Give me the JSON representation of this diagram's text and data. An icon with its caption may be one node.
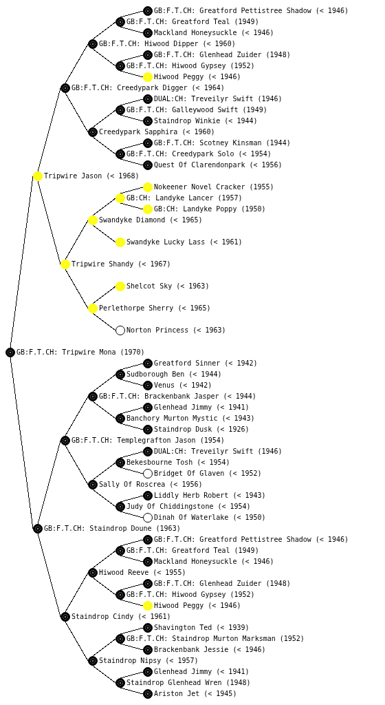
{
  "diagram": {
    "nodes": [
      {
        "text": [],
        "shape": "circle",
        "beside": [
          "GB:F.T.CH: Greatford Pettistree Shadow (< 1946)"
        ]
      },
      {
        "text": [],
        "shape": "circle",
        "beside": [
          "GB:F.T.CH: Greatford Teal (1949)"
        ]
      },
      {
        "text": [],
        "shape": "circle",
        "beside": [
          "Mackland Honeysuckle (< 1946)"
        ]
      },
      {
        "text": [],
        "shape": "circle",
        "beside": [
          "GB:F.T.CH: Hiwood Dipper (< 1960)"
        ]
      },
      {
        "text": [],
        "shape": "circle",
        "beside": [
          "GB:F.T.CH: Glenhead Zuider (1948)"
        ]
      },
      {
        "text": [],
        "shape": "circle",
        "beside": [
          "GB:F.T.CH: Hiwood Gypsey (1952)"
        ]
      },
      {
        "text": [],
        "shape": "circle",
        "beside": [
          "Hiwood Peggy (< 1946)"
        ]
      },
      {
        "text": [],
        "shape": "circle",
        "beside": [
          "GB:F.T.CH: Creedypark Digger (< 1964)"
        ]
      },
      {
        "text": [],
        "shape": "circle",
        "beside": [
          "DUAL:CH: Treveilyr Swift (1946)"
        ]
      },
      {
        "text": [],
        "shape": "circle",
        "beside": [
          "GB:F.T.CH: Galleywood Swift (1949)"
        ]
      },
      {
        "text": [],
        "shape": "circle",
        "beside": [
          "Staindrop Winkie (< 1944)"
        ]
      },
      {
        "text": [],
        "shape": "circle",
        "beside": [
          "Creedypark Sapphira (< 1960)"
        ]
      },
      {
        "text": [],
        "shape": "circle",
        "beside": [
          "GB:F.T.CH: Scotney Kinsman (1944)"
        ]
      },
      {
        "text": [],
        "shape": "circle",
        "beside": [
          "GB:F.T.CH: Creedypark Solo (< 1954)"
        ]
      },
      {
        "text": [],
        "shape": "circle",
        "beside": [
          "Quest Of Clarendonpark (< 1956)"
        ]
      },
      {
        "text": [],
        "shape": "circle",
        "beside": [
          "Tripwire Jason (< 1968)"
        ]
      },
      {
        "text": [],
        "shape": "circle",
        "beside": [
          "Nokeener Novel Cracker (1955)"
        ]
      },
      {
        "text": [],
        "shape": "circle",
        "beside": [
          "GB:CH: Landyke Lancer (1957)"
        ]
      },
      {
        "text": [],
        "shape": "circle",
        "beside": [
          "GB:CH: Landyke Poppy (1950)"
        ]
      },
      {
        "text": [],
        "shape": "circle",
        "beside": [
          "Swandyke Diamond (< 1965)"
        ]
      },
      {
        "text": [],
        "shape": "circle",
        "beside": [
          "Swandyke Lucky Lass (< 1961)"
        ]
      },
      {
        "text": [],
        "shape": "circle",
        "beside": [
          "Tripwire Shandy (< 1967)"
        ]
      },
      {
        "text": [],
        "shape": "circle",
        "beside": [
          "Shelcot Sky (< 1963)"
        ]
      },
      {
        "text": [],
        "shape": "circle",
        "beside": [
          "Perlethorpe Sherry (< 1965)"
        ]
      },
      {
        "text": [],
        "shape": "circle",
        "beside": [
          "Norton Princess (< 1963)"
        ]
      },
      {
        "text": [],
        "shape": "circle",
        "beside": [
          "GB:F.T.CH: Tripwire Mona (1970)"
        ]
      },
      {
        "text": [],
        "shape": "circle",
        "beside": [
          "Greatford Sinner (< 1942)"
        ]
      },
      {
        "text": [],
        "shape": "circle",
        "beside": [
          "Sudborough Ben (< 1944)"
        ]
      },
      {
        "text": [],
        "shape": "circle",
        "beside": [
          "Venus (< 1942)"
        ]
      },
      {
        "text": [],
        "shape": "circle",
        "beside": [
          "GB:F.T.CH: Brackenbank Jasper (< 1944)"
        ]
      },
      {
        "text": [],
        "shape": "circle",
        "beside": [
          "Glenhead Jimmy (< 1941)"
        ]
      },
      {
        "text": [],
        "shape": "circle",
        "beside": [
          "Banchory Murton Mystic (< 1943)"
        ]
      },
      {
        "text": [],
        "shape": "circle",
        "beside": [
          "Staindrop Dusk (< 1926)"
        ]
      },
      {
        "text": [],
        "shape": "circle",
        "beside": [
          "GB:F.T.CH: Templegrafton Jason (1954)"
        ]
      },
      {
        "text": [],
        "shape": "circle",
        "beside": [
          "DUAL:CH: Treveilyr Swift (1946)"
        ]
      },
      {
        "text": [],
        "shape": "circle",
        "beside": [
          "Bekesbourne Tosh (< 1954)"
        ]
      },
      {
        "text": [],
        "shape": "circle",
        "beside": [
          "Bridget Of Glaven (< 1952)"
        ]
      },
      {
        "text": [],
        "shape": "circle",
        "beside": [
          "Sally Of Roscrea (< 1956)"
        ]
      },
      {
        "text": [],
        "shape": "circle",
        "beside": [
          "Liddly Herb Robert (< 1943)"
        ]
      },
      {
        "text": [],
        "shape": "circle",
        "beside": [
          "Judy Of Chiddingstone (< 1954)"
        ]
      },
      {
        "text": [],
        "shape": "circle",
        "beside": [
          "Dinah Of Waterlake (< 1950)"
        ]
      },
      {
        "text": [],
        "shape": "circle",
        "beside": [
          "GB:F.T.CH: Staindrop Doune (1963)"
        ]
      },
      {
        "text": [],
        "shape": "circle",
        "beside": [
          "GB:F.T.CH: Greatford Pettistree Shadow (< 1946)"
        ]
      },
      {
        "text": [],
        "shape": "circle",
        "beside": [
          "GB:F.T.CH: Greatford Teal (1949)"
        ]
      },
      {
        "text": [],
        "shape": "circle",
        "beside": [
          "Mackland Honeysuckle (< 1946)"
        ]
      },
      {
        "text": [],
        "shape": "circle",
        "beside": [
          "Hiwood Reeve (< 1955)"
        ]
      },
      {
        "text": [],
        "shape": "circle",
        "beside": [
          "GB:F.T.CH: Glenhead Zuider (1948)"
        ]
      },
      {
        "text": [],
        "shape": "circle",
        "beside": [
          "GB:F.T.CH: Hiwood Gypsey (1952)"
        ]
      },
      {
        "text": [],
        "shape": "circle",
        "beside": [
          "Hiwood Peggy (< 1946)"
        ]
      },
      {
        "text": [],
        "shape": "circle",
        "beside": [
          "Staindrop Cindy (< 1961)"
        ]
      },
      {
        "text": [],
        "shape": "circle",
        "beside": [
          "Shavington Ted (< 1939)"
        ]
      },
      {
        "text": [],
        "shape": "circle",
        "beside": [
          "GB:F.T.CH: Staindrop Murton Marksman (1952)"
        ]
      },
      {
        "text": [],
        "shape": "circle",
        "beside": [
          "Brackenbank Jessie (< 1946)"
        ]
      },
      {
        "text": [],
        "shape": "circle",
        "beside": [
          "Staindrop Nipsy (< 1957)"
        ]
      },
      {
        "text": [],
        "shape": "circle",
        "beside": [
          "Glenhead Jimmy (< 1941)"
        ]
      },
      {
        "text": [],
        "shape": "circle",
        "beside": [
          "Staindrop Glenhead Wren (1948)"
        ]
      },
      {
        "text": [],
        "shape": "circle",
        "beside": [
          "Ariston Jet (< 1945)"
        ]
      }
    ],
    "edges": [
      {
        "from": 1,
        "to": 0,
        "arrow": "none"
      },
      {
        "from": 1,
        "to": 2,
        "arrow": "none"
      },
      {
        "from": 3,
        "to": 1,
        "arrow": "none"
      },
      {
        "from": 5,
        "to": 4,
        "arrow": "none"
      },
      {
        "from": 5,
        "to": 6,
        "arrow": "none"
      },
      {
        "from": 3,
        "to": 5,
        "arrow": "none"
      },
      {
        "from": 7,
        "to": 3,
        "arrow": "none"
      },
      {
        "from": 9,
        "to": 8,
        "arrow": "none"
      },
      {
        "from": 9,
        "to": 10,
        "arrow": "none"
      },
      {
        "from": 11,
        "to": 9,
        "arrow": "none"
      },
      {
        "from": 13,
        "to": 12,
        "arrow": "none"
      },
      {
        "from": 13,
        "to": 14,
        "arrow": "none"
      },
      {
        "from": 11,
        "to": 13,
        "arrow": "none"
      },
      {
        "from": 7,
        "to": 11,
        "arrow": "none"
      },
      {
        "from": 15,
        "to": 7,
        "arrow": "none"
      },
      {
        "from": 17,
        "to": 16,
        "arrow": "none"
      },
      {
        "from": 17,
        "to": 18,
        "arrow": "none"
      },
      {
        "from": 19,
        "to": 17,
        "arrow": "none"
      },
      {
        "from": 19,
        "to": 20,
        "arrow": "none"
      },
      {
        "from": 21,
        "to": 19,
        "arrow": "none"
      },
      {
        "from": 23,
        "to": 22,
        "arrow": "none"
      },
      {
        "from": 23,
        "to": 24,
        "arrow": "none"
      },
      {
        "from": 21,
        "to": 23,
        "arrow": "none"
      },
      {
        "from": 15,
        "to": 21,
        "arrow": "none"
      },
      {
        "from": 25,
        "to": 15,
        "arrow": "none"
      },
      {
        "from": 25,
        "to": 41,
        "arrow": "none"
      },
      {
        "from": 27,
        "to": 26,
        "arrow": "none"
      },
      {
        "from": 27,
        "to": 28,
        "arrow": "none"
      },
      {
        "from": 29,
        "to": 27,
        "arrow": "none"
      },
      {
        "from": 31,
        "to": 30,
        "arrow": "none"
      },
      {
        "from": 31,
        "to": 32,
        "arrow": "none"
      },
      {
        "from": 29,
        "to": 31,
        "arrow": "none"
      },
      {
        "from": 33,
        "to": 29,
        "arrow": "none"
      },
      {
        "from": 35,
        "to": 34,
        "arrow": "none"
      },
      {
        "from": 35,
        "to": 36,
        "arrow": "none"
      },
      {
        "from": 37,
        "to": 35,
        "arrow": "none"
      },
      {
        "from": 39,
        "to": 38,
        "arrow": "none"
      },
      {
        "from": 39,
        "to": 40,
        "arrow": "none"
      },
      {
        "from": 37,
        "to": 39,
        "arrow": "none"
      },
      {
        "from": 33,
        "to": 37,
        "arrow": "none"
      },
      {
        "from": 41,
        "to": 33,
        "arrow": "none"
      },
      {
        "from": 43,
        "to": 42,
        "arrow": "none"
      },
      {
        "from": 43,
        "to": 44,
        "arrow": "none"
      },
      {
        "from": 45,
        "to": 43,
        "arrow": "none"
      },
      {
        "from": 47,
        "to": 46,
        "arrow": "none"
      },
      {
        "from": 47,
        "to": 48,
        "arrow": "none"
      },
      {
        "from": 45,
        "to": 47,
        "arrow": "none"
      },
      {
        "from": 49,
        "to": 45,
        "arrow": "none"
      },
      {
        "from": 51,
        "to": 50,
        "arrow": "none"
      },
      {
        "from": 51,
        "to": 52,
        "arrow": "none"
      },
      {
        "from": 53,
        "to": 51,
        "arrow": "none"
      },
      {
        "from": 55,
        "to": 54,
        "arrow": "none"
      },
      {
        "from": 55,
        "to": 56,
        "arrow": "none"
      },
      {
        "from": 53,
        "to": 55,
        "arrow": "none"
      },
      {
        "from": 49,
        "to": 53,
        "arrow": "none"
      },
      {
        "from": 41,
        "to": 49,
        "arrow": "none"
      }
    ]
  }
}
